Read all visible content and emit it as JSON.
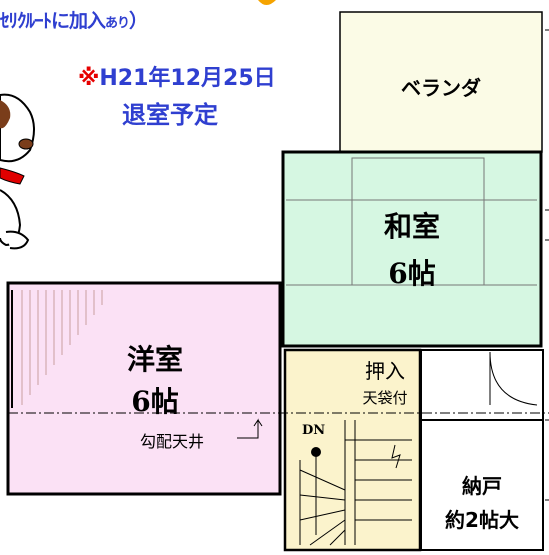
{
  "banner": {
    "recruit_text": "ｾﾘｸﾙｰﾄに加入",
    "recruit_small": "あり",
    "close_paren": "）",
    "move_out_mark": "※",
    "move_out_date": "H21年12月25日",
    "move_out_status": "退室予定"
  },
  "rooms": {
    "veranda": "ベランダ",
    "washitsu_name": "和室",
    "washitsu_size": "6帖",
    "youshitsu_name": "洋室",
    "youshitsu_size": "6帖",
    "oshiire_name": "押入",
    "oshiire_sub": "天袋付",
    "nando_name": "納戸",
    "nando_size": "約2帖大"
  },
  "labels": {
    "sloped_ceiling": "勾配天井",
    "stairs_down": "DN"
  },
  "colors": {
    "washitsu_fill": "#d6f7e2",
    "youshitsu_fill": "#fbe1f5",
    "veranda_fill": "#fbfbe6",
    "oshiire_fill": "#fbeccc",
    "stair_fill": "#fbf3cc",
    "note_blue": "#2f3fd0",
    "note_red": "#e60000",
    "orange_accent": "#f5a300"
  }
}
